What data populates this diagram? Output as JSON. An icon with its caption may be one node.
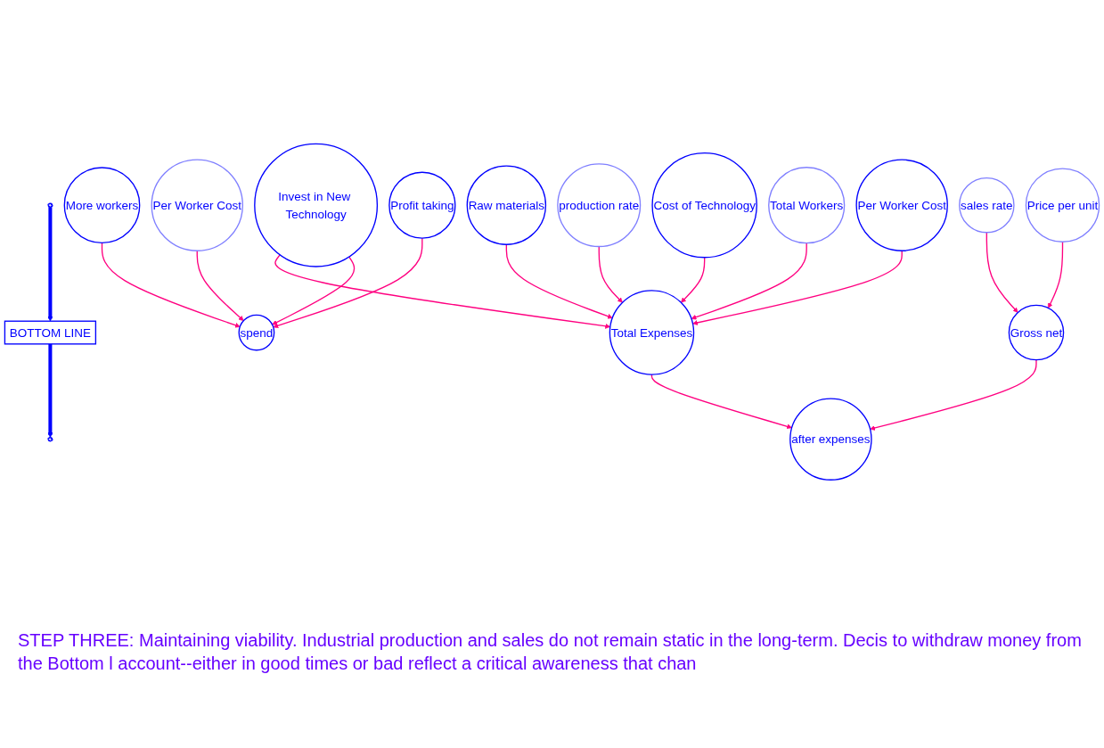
{
  "diagram": {
    "nodes": [
      {
        "text": [],
        "shape": "cloud"
      },
      {
        "text": [
          "after expenses"
        ]
      },
      {
        "text": [
          "BOTTOM LINE"
        ]
      },
      {
        "text": [
          "spend"
        ]
      },
      {
        "text": [],
        "shape": "cloud"
      },
      {
        "text": [
          "Price per unit"
        ]
      },
      {
        "text": [
          "sales rate"
        ]
      },
      {
        "text": [
          "Gross net"
        ]
      },
      {
        "text": [
          "Profit taking"
        ]
      },
      {
        "text": [
          "Total Expenses"
        ]
      },
      {
        "text": [
          "Per Worker Cost"
        ]
      },
      {
        "text": [
          "Total Workers"
        ]
      },
      {
        "text": [
          "Cost of Technology"
        ]
      },
      {
        "text": [
          "production rate"
        ]
      },
      {
        "text": [
          "Raw materials"
        ]
      },
      {
        "text": [
          "Invest in New Technology"
        ]
      },
      {
        "text": [
          "More workers"
        ]
      },
      {
        "text": [
          "Per Worker Cost"
        ]
      }
    ],
    "edges": [
      {
        "from": 0,
        "to": 2,
        "arrow": "to",
        "style": "thick",
        "color": "#0000ff"
      },
      {
        "from": 2,
        "to": 4,
        "arrow": "to",
        "style": "thick",
        "color": "#0000ff"
      },
      {
        "from": 5,
        "to": 7,
        "arrow": "to"
      },
      {
        "from": 6,
        "to": 7,
        "arrow": "to"
      },
      {
        "from": 7,
        "to": 1,
        "arrow": "to"
      },
      {
        "from": 9,
        "to": 1,
        "arrow": "to"
      },
      {
        "from": 8,
        "to": 3,
        "arrow": "to"
      },
      {
        "from": 17,
        "to": 3,
        "arrow": "to"
      },
      {
        "from": 16,
        "to": 3,
        "arrow": "to"
      },
      {
        "from": 15,
        "to": 3,
        "arrow": "to"
      },
      {
        "from": 10,
        "to": 9,
        "arrow": "to"
      },
      {
        "from": 11,
        "to": 9,
        "arrow": "to"
      },
      {
        "from": 12,
        "to": 9,
        "arrow": "to"
      },
      {
        "from": 13,
        "to": 9,
        "arrow": "to"
      },
      {
        "from": 14,
        "to": 9,
        "arrow": "to"
      },
      {
        "from": 15,
        "to": 9,
        "arrow": "to"
      }
    ],
    "labels": [
      "STEP THREE: Maintaining viability. Industrial production and sales do not remain static in the long-term. Decis to withdraw money from the Bottom l account--either in good times or bad reflect a critical awareness that chan"
    ]
  }
}
